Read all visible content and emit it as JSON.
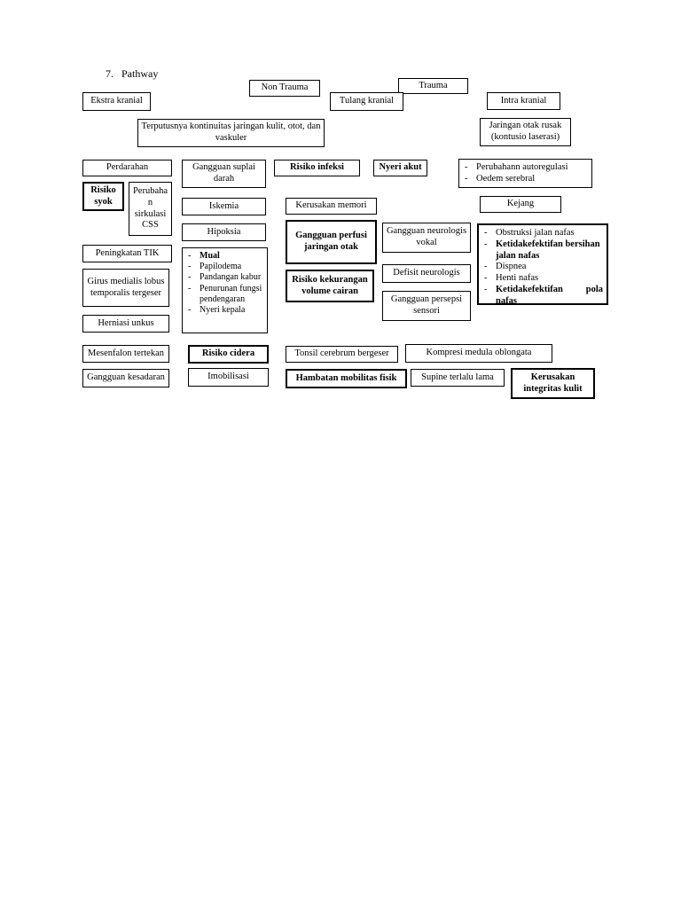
{
  "bullet": "-",
  "heading": {
    "number": "7.",
    "label": "Pathway"
  },
  "colors": {
    "page_bg": "#ffffff",
    "border": "#000000",
    "text": "#000000"
  },
  "boxes": {
    "non_trauma": {
      "text": "Non Trauma"
    },
    "trauma": {
      "text": "Trauma"
    },
    "ekstra_kranial": {
      "text": "Ekstra kranial"
    },
    "tulang_kranial": {
      "text": "Tulang kranial"
    },
    "intra_kranial": {
      "text": "Intra kranial"
    },
    "terputusnya": {
      "text": "Terputusnya kontinuitas jaringan kulit, otot, dan vaskuler"
    },
    "jaringan_otak": {
      "text": "Jaringan otak rusak (kontusio laserasi)"
    },
    "perdarahan": {
      "text": "Perdarahan"
    },
    "gangguan_suplai": {
      "text": "Gangguan suplai darah"
    },
    "risiko_infeksi": {
      "text": "Risiko infeksi"
    },
    "nyeri_akut": {
      "text": "Nyeri akut"
    },
    "autoregulasi": {
      "items": [
        "Perubahann autoregulasi",
        "Oedem serebral"
      ]
    },
    "risiko_syok": {
      "text": "Risiko syok"
    },
    "perubahan_css": {
      "text": "Perubahan sirkulasi CSS"
    },
    "iskemia": {
      "text": "Iskemia"
    },
    "kerusakan_memori": {
      "text": "Kerusakan memori"
    },
    "kejang": {
      "text": "Kejang"
    },
    "hipoksia": {
      "text": "Hipoksia"
    },
    "gangguan_perfusi": {
      "text": "Gangguan perfusi jaringan otak"
    },
    "neurologis_vokal": {
      "text": "Gangguan neurologis vokal"
    },
    "respiratory": {
      "items": [
        {
          "text": "Obstruksi jalan nafas",
          "bold": false
        },
        {
          "text": "Ketidakefektifan bersihan jalan nafas",
          "bold": true
        },
        {
          "text": "Dispnea",
          "bold": false
        },
        {
          "text": "Henti nafas",
          "bold": false
        },
        {
          "text": "Ketidakefektifan pola nafas",
          "bold": true
        }
      ]
    },
    "peningkatan_tik": {
      "text": "Peningkatan TIK"
    },
    "symptoms": {
      "items": [
        {
          "text": "Mual",
          "bold": true
        },
        {
          "text": "Papilodema",
          "bold": false
        },
        {
          "text": "Pandangan kabur",
          "bold": false
        },
        {
          "text": "Penurunan fungsi pendengaran",
          "bold": false
        },
        {
          "text": "Nyeri kepala",
          "bold": false
        }
      ]
    },
    "risiko_kekurangan": {
      "text": "Risiko kekurangan volume cairan"
    },
    "defisit_neurologis": {
      "text": "Defisit neurologis"
    },
    "girus": {
      "text": "Girus medialis lobus temporalis tergeser"
    },
    "persepsi_sensori": {
      "text": "Gangguan persepsi sensori"
    },
    "herniasi": {
      "text": "Herniasi unkus"
    },
    "mesenfalon": {
      "text": "Mesenfalon tertekan"
    },
    "risiko_cidera": {
      "text": "Risiko cidera"
    },
    "tonsil": {
      "text": "Tonsil cerebrum bergeser"
    },
    "kompresi": {
      "text": "Kompresi medula oblongata"
    },
    "gangguan_kesadaran": {
      "text": "Gangguan kesadaran"
    },
    "imobilisasi": {
      "text": "Imobilisasi"
    },
    "hambatan_mobilitas": {
      "text": "Hambatan mobilitas fisik"
    },
    "supine": {
      "text": "Supine terlalu lama"
    },
    "kerusakan_integritas": {
      "text": "Kerusakan integritas kulit"
    }
  }
}
